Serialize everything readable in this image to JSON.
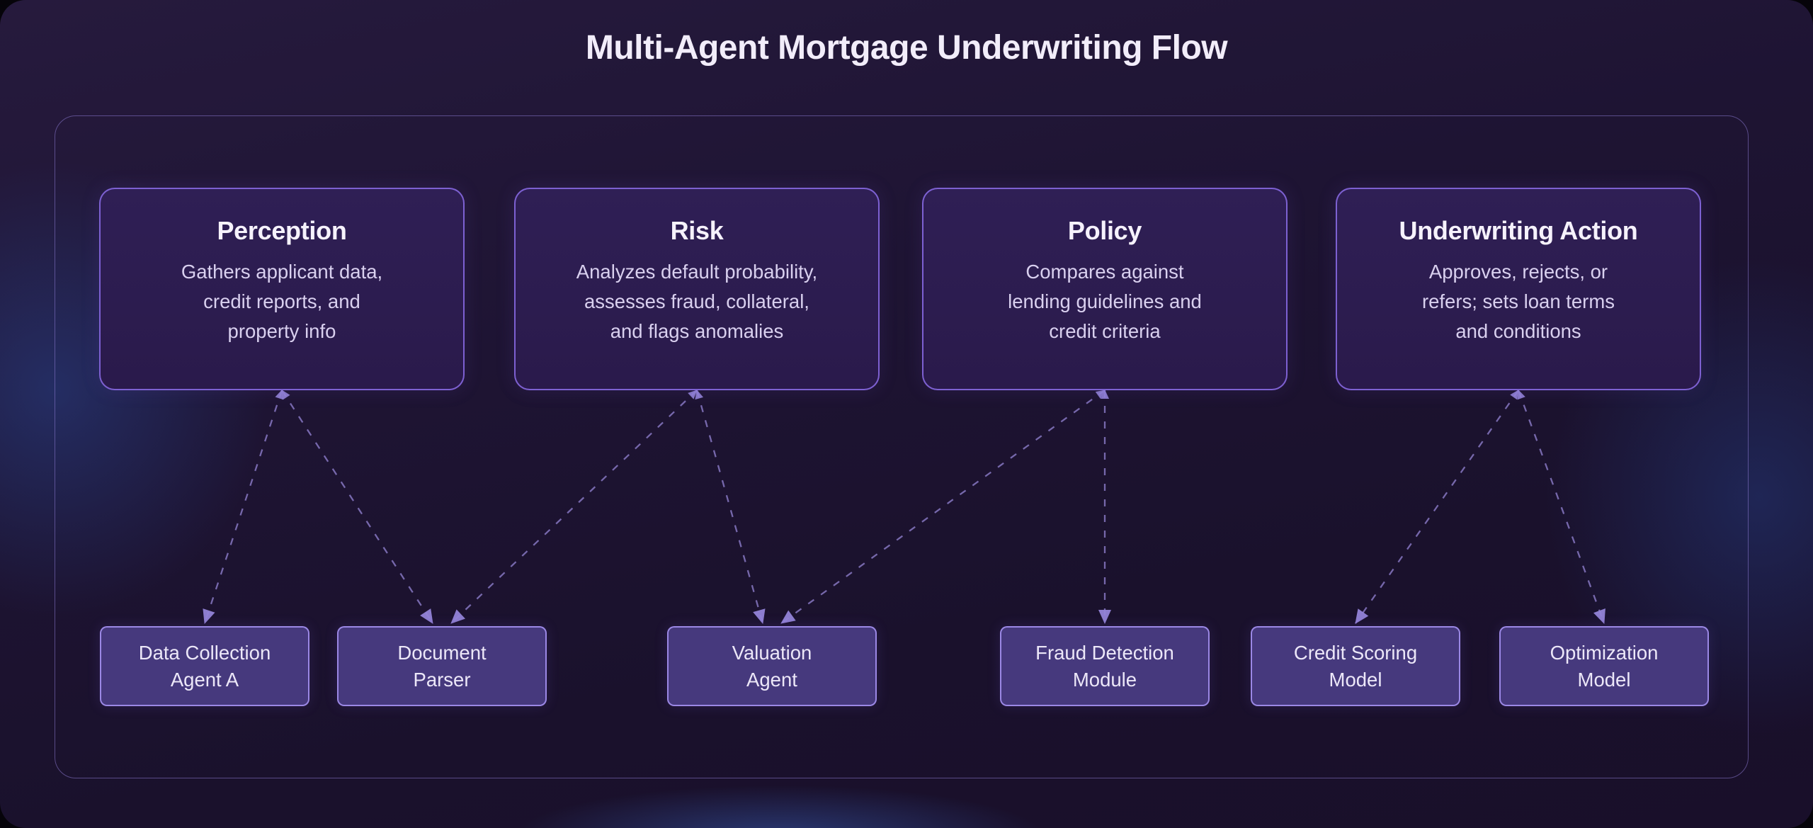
{
  "title": "Multi-Agent Mortgage Underwriting Flow",
  "agents": [
    {
      "id": "perception",
      "name": "Perception",
      "description": "Gathers applicant data,\ncredit reports, and\nproperty info"
    },
    {
      "id": "risk",
      "name": "Risk",
      "description": "Analyzes default probability,\nassesses fraud, collateral,\nand flags anomalies"
    },
    {
      "id": "policy",
      "name": "Policy",
      "description": "Compares against\nlending guidelines and\ncredit criteria"
    },
    {
      "id": "underwriting-action",
      "name": "Underwriting Action",
      "description": "Approves, rejects, or\nrefers; sets loan terms\nand conditions"
    }
  ],
  "modules": [
    {
      "id": "data-collection-agent-a",
      "label": "Data Collection\nAgent A"
    },
    {
      "id": "document-parser",
      "label": "Document\nParser"
    },
    {
      "id": "valuation-agent",
      "label": "Valuation\nAgent"
    },
    {
      "id": "fraud-detection-module",
      "label": "Fraud Detection\nModule"
    },
    {
      "id": "credit-scoring-model",
      "label": "Credit Scoring\nModel"
    },
    {
      "id": "optimization-model",
      "label": "Optimization\nModel"
    }
  ],
  "edges": [
    {
      "from": "perception",
      "to": "data-collection-agent-a"
    },
    {
      "from": "perception",
      "to": "document-parser"
    },
    {
      "from": "risk",
      "to": "document-parser"
    },
    {
      "from": "risk",
      "to": "valuation-agent"
    },
    {
      "from": "policy",
      "to": "valuation-agent"
    },
    {
      "from": "policy",
      "to": "fraud-detection-module"
    },
    {
      "from": "underwriting-action",
      "to": "credit-scoring-model"
    },
    {
      "from": "underwriting-action",
      "to": "optimization-model"
    }
  ],
  "colors": {
    "title_text": "#f2edfa",
    "agent_box_fill": "#2c1c50",
    "agent_box_border": "#8668e0",
    "module_box_fill": "#46397d",
    "module_box_border": "#a08ceb",
    "arrow": "#9a89dd",
    "frame_border": "#8c7ad2",
    "background": "#1c1230"
  }
}
